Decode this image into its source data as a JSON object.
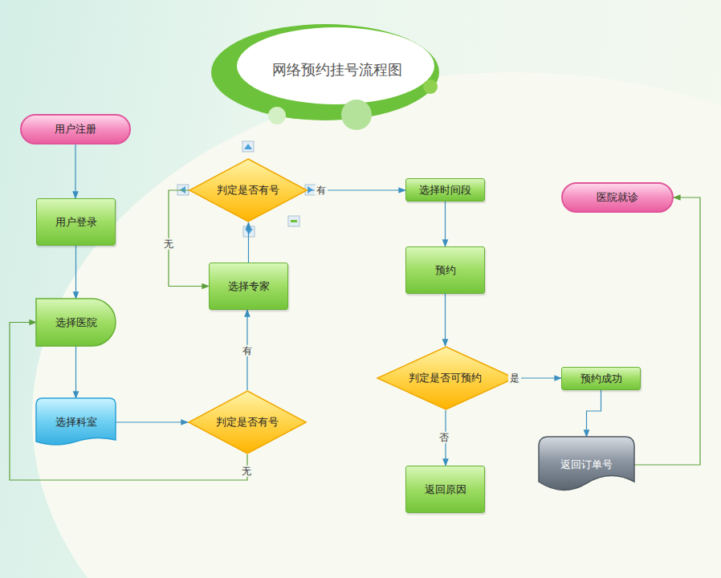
{
  "diagram": {
    "title": "网络预约挂号流程图",
    "nodes": [
      {
        "text": [
          "用户注册"
        ]
      },
      {
        "text": [
          "用户登录"
        ]
      },
      {
        "text": [
          "选择医院"
        ]
      },
      {
        "text": [
          "选择科室"
        ]
      },
      {
        "text": [
          "判定是否有号"
        ]
      },
      {
        "text": [
          "选择专家"
        ]
      },
      {
        "text": [
          "判定是否有号"
        ]
      },
      {
        "text": [
          "选择时间段"
        ]
      },
      {
        "text": [
          "预约"
        ]
      },
      {
        "text": [
          "判定是否可预约"
        ]
      },
      {
        "text": [
          "预约成功"
        ]
      },
      {
        "text": [
          "返回原因"
        ]
      },
      {
        "text": [
          "返回订单号"
        ]
      },
      {
        "text": [
          "医院就诊"
        ]
      }
    ],
    "edges": [
      {
        "from": 0,
        "to": 1,
        "arrow": "to"
      },
      {
        "from": 1,
        "to": 2,
        "arrow": "to"
      },
      {
        "from": 2,
        "to": 3,
        "arrow": "to"
      },
      {
        "from": 3,
        "to": 4,
        "arrow": "to"
      },
      {
        "from": 4,
        "to": 5,
        "label": "有",
        "arrow": "to"
      },
      {
        "from": 4,
        "to": 2,
        "label": "无",
        "arrow": "to"
      },
      {
        "from": 5,
        "to": 6,
        "arrow": "to"
      },
      {
        "from": 6,
        "to": 5,
        "label": "无",
        "arrow": "to"
      },
      {
        "from": 6,
        "to": 7,
        "label": "有",
        "arrow": "to"
      },
      {
        "from": 7,
        "to": 8,
        "arrow": "to"
      },
      {
        "from": 8,
        "to": 9,
        "arrow": "to"
      },
      {
        "from": 9,
        "to": 10,
        "label": "是",
        "arrow": "to"
      },
      {
        "from": 9,
        "to": 11,
        "label": "否",
        "arrow": "to"
      },
      {
        "from": 10,
        "to": 12,
        "arrow": "to"
      },
      {
        "from": 12,
        "to": 13,
        "arrow": "to"
      }
    ]
  }
}
